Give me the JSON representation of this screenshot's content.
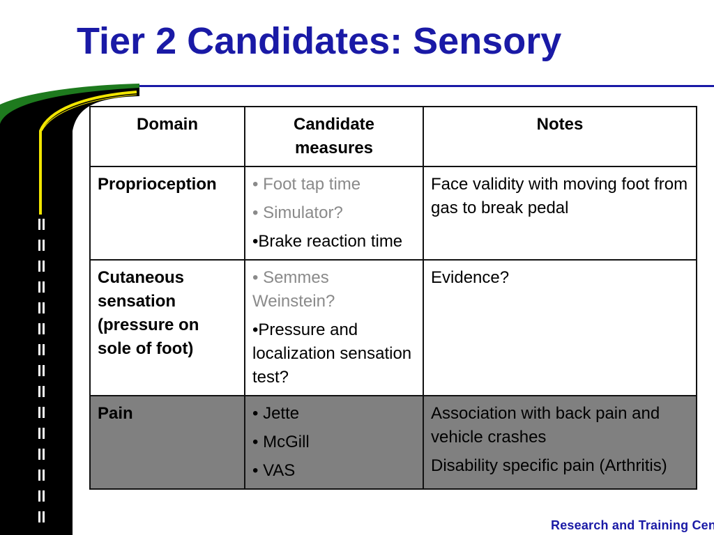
{
  "title": "Tier 2 Candidates: Sensory",
  "footer_text": "Research and Training Center",
  "table": {
    "headers": [
      "Domain",
      "Candidate measures",
      "Notes"
    ],
    "rows": [
      {
        "domain": "Proprioception",
        "measures": [
          "•  Foot tap time",
          "•  Simulator?",
          "•Brake reaction time"
        ],
        "notes": [
          "Face validity with moving foot from gas to break pedal"
        ]
      },
      {
        "domain": "Cutaneous sensation (pressure on sole of foot)",
        "measures": [
          "• Semmes Weinstein?",
          "•Pressure and localization sensation test?"
        ],
        "notes": [
          "Evidence?"
        ]
      },
      {
        "domain": "Pain",
        "measures": [
          "• Jette",
          "• McGill",
          "• VAS"
        ],
        "notes": [
          "Association with back pain and vehicle crashes",
          "Disability specific pain (Arthritis)"
        ]
      }
    ]
  },
  "colors": {
    "title": "#1a1aa6",
    "road": "#000000",
    "grass": "#1e7a1e",
    "road_line": "#f2e600",
    "shaded_row": "#808080",
    "muted_text": "#8a8a8a"
  }
}
